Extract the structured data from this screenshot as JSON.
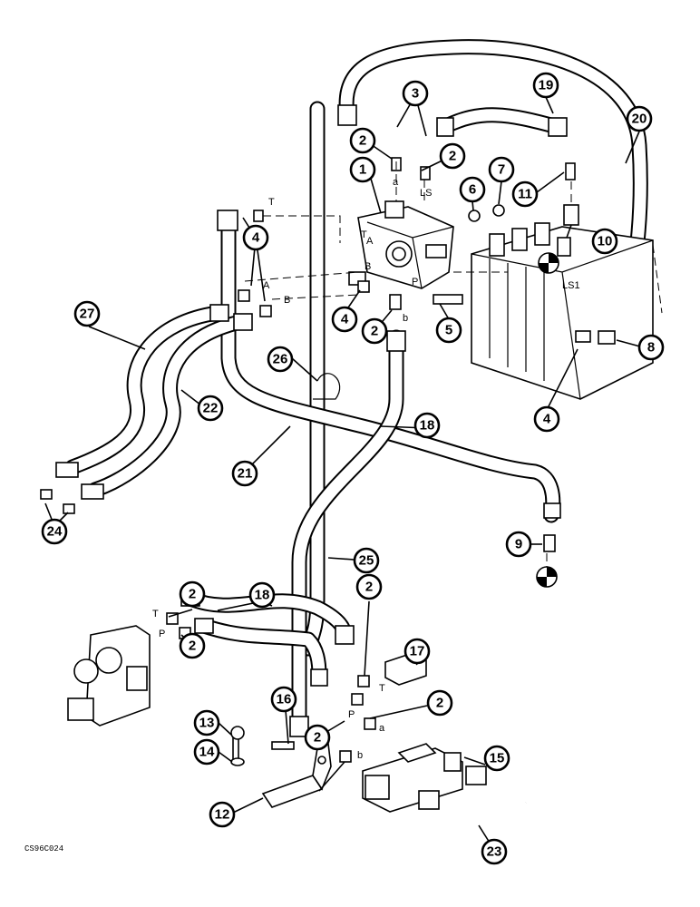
{
  "drawing_code": "CS96C024",
  "port_labels": {
    "a": "a",
    "b": "b",
    "ls": "LS",
    "t_upper": "T",
    "t_valve": "T",
    "a_valve": "A",
    "b_valve": "B",
    "p_valve": "P",
    "a_line": "A",
    "b_line": "B",
    "ls1": "LS1",
    "t_left": "T",
    "p_left": "P",
    "t_lower": "T",
    "p_lower": "P",
    "a_lower": "a",
    "b_lower": "b"
  },
  "callouts": [
    {
      "id": "c1",
      "num": "1"
    },
    {
      "id": "c2a",
      "num": "2"
    },
    {
      "id": "c2b",
      "num": "2"
    },
    {
      "id": "c2c",
      "num": "2"
    },
    {
      "id": "c2d",
      "num": "2"
    },
    {
      "id": "c2e",
      "num": "2"
    },
    {
      "id": "c2f",
      "num": "2"
    },
    {
      "id": "c2g",
      "num": "2"
    },
    {
      "id": "c2h",
      "num": "2"
    },
    {
      "id": "c3",
      "num": "3"
    },
    {
      "id": "c4a",
      "num": "4"
    },
    {
      "id": "c4b",
      "num": "4"
    },
    {
      "id": "c4c",
      "num": "4"
    },
    {
      "id": "c5",
      "num": "5"
    },
    {
      "id": "c6",
      "num": "6"
    },
    {
      "id": "c7",
      "num": "7"
    },
    {
      "id": "c8",
      "num": "8"
    },
    {
      "id": "c9",
      "num": "9"
    },
    {
      "id": "c10",
      "num": "10"
    },
    {
      "id": "c11",
      "num": "11"
    },
    {
      "id": "c12",
      "num": "12"
    },
    {
      "id": "c13",
      "num": "13"
    },
    {
      "id": "c14",
      "num": "14"
    },
    {
      "id": "c15",
      "num": "15"
    },
    {
      "id": "c16",
      "num": "16"
    },
    {
      "id": "c17",
      "num": "17"
    },
    {
      "id": "c18a",
      "num": "18"
    },
    {
      "id": "c18b",
      "num": "18"
    },
    {
      "id": "c19",
      "num": "19"
    },
    {
      "id": "c20",
      "num": "20"
    },
    {
      "id": "c21",
      "num": "21"
    },
    {
      "id": "c22",
      "num": "22"
    },
    {
      "id": "c23",
      "num": "23"
    },
    {
      "id": "c24",
      "num": "24"
    },
    {
      "id": "c25",
      "num": "25"
    },
    {
      "id": "c26",
      "num": "26"
    },
    {
      "id": "c27",
      "num": "27"
    }
  ]
}
